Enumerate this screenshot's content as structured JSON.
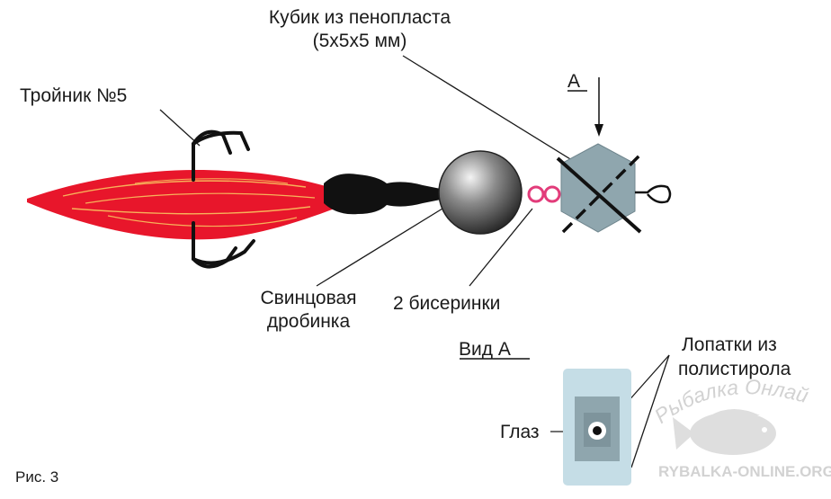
{
  "labels": {
    "foam_cube": "Кубик из пенопласта",
    "foam_cube_size": "(5х5х5 мм)",
    "treble_hook": "Тройник №5",
    "lead_shot_1": "Свинцовая",
    "lead_shot_2": "дробинка",
    "two_beads": "2 бисеринки",
    "view_marker": "А",
    "view_title": "Вид А",
    "blades_1": "Лопатки из",
    "blades_2": "полистирола",
    "eye": "Глаз",
    "figure_caption": "Рис. 3"
  },
  "watermark": {
    "title": "Рыбалка Онлайн",
    "url": "RYBALKA-ONLINE.ORG"
  },
  "colors": {
    "lure_tail": "#e8162b",
    "lure_highlight": "#f7b25a",
    "wrapping": "#111111",
    "lead_ball": "#4a4a4a",
    "beads": "#e23c7a",
    "cube": "#8fa6ae",
    "blade": "#c5dde6",
    "cube_inner": "#7e949c"
  },
  "icons": {
    "hook": "treble-hook-icon",
    "eye": "eye-icon",
    "fish": "fish-watermark-icon"
  }
}
